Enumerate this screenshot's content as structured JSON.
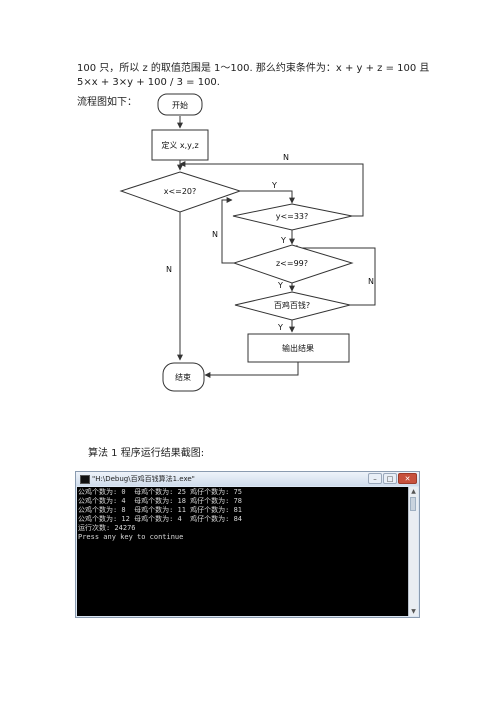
{
  "text": {
    "line1": "100 只，所以 z 的取值范围是 1～100. 那么约束条件为：x + y + z = 100 且",
    "line2": "5×x + 3×y + 100 / 3 = 100.",
    "line3": "流程图如下："
  },
  "flowchart": {
    "start": "开始",
    "define": "定义 x,y,z",
    "cond_x": "x<=20?",
    "cond_y": "y<=33?",
    "cond_z": "z<=99?",
    "cond_check": "百鸡百钱?",
    "output": "输出结果",
    "end": "结束",
    "labels": {
      "y1": "Y",
      "y2": "Y",
      "y3": "Y",
      "y4": "Y",
      "n1": "N",
      "n2": "N",
      "n3": "N",
      "n4": "N"
    }
  },
  "caption": "算法 1 程序运行结果截图:",
  "window": {
    "title": "\"H:\\Debug\\百鸡百钱算法1.exe\"",
    "btn_min": "–",
    "btn_max": "□",
    "btn_close": "✕",
    "scroll_up": "▲",
    "scroll_down": "▼"
  },
  "console_lines": [
    "公鸡个数为: 0  母鸡个数为: 25 鸡仔个数为: 75",
    "公鸡个数为: 4  母鸡个数为: 18 鸡仔个数为: 78",
    "公鸡个数为: 8  母鸡个数为: 11 鸡仔个数为: 81",
    "公鸡个数为: 12 母鸡个数为: 4  鸡仔个数为: 84",
    "运行次数: 24276",
    "Press any key to continue"
  ]
}
